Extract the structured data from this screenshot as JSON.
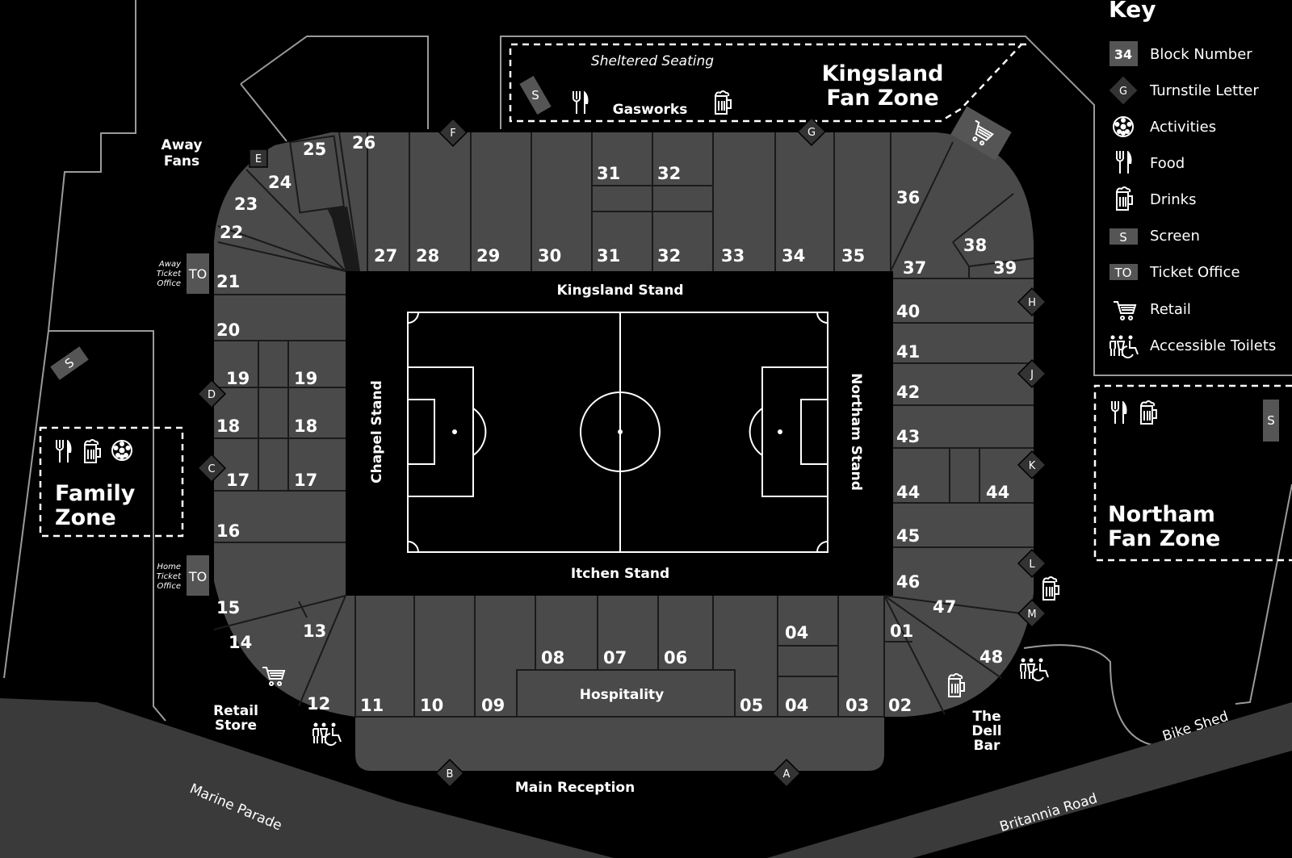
{
  "key": {
    "title": "Key",
    "items": [
      {
        "symbol": "34",
        "label": "Block Number"
      },
      {
        "symbol": "G",
        "label": "Turnstile Letter"
      },
      {
        "symbol": "activities-icon",
        "label": "Activities"
      },
      {
        "symbol": "food-icon",
        "label": "Food"
      },
      {
        "symbol": "drinks-icon",
        "label": "Drinks"
      },
      {
        "symbol": "S",
        "label": "Screen"
      },
      {
        "symbol": "TO",
        "label": "Ticket Office"
      },
      {
        "symbol": "retail-icon",
        "label": "Retail"
      },
      {
        "symbol": "accessible-toilets-icon",
        "label": "Accessible Toilets"
      }
    ]
  },
  "stands": {
    "north": "Kingsland Stand",
    "south": "Itchen Stand",
    "west": "Chapel Stand",
    "east": "Northam Stand"
  },
  "zones": {
    "kingsland_fan_zone": [
      "Kingsland",
      "Fan Zone"
    ],
    "sheltered_seating": "Sheltered Seating",
    "gasworks": "Gasworks",
    "family_zone": [
      "Family",
      "Zone"
    ],
    "northam_fan_zone": [
      "Northam",
      "Fan Zone"
    ],
    "hospitality": "Hospitality",
    "main_reception": "Main Reception",
    "retail_store": [
      "Retail",
      "Store"
    ],
    "away_fans": [
      "Away",
      "Fans"
    ],
    "dell_bar": [
      "The",
      "Dell",
      "Bar"
    ]
  },
  "ticket_offices": {
    "away": {
      "code": "TO",
      "label": [
        "Away",
        "Ticket",
        "Office"
      ]
    },
    "home": {
      "code": "TO",
      "label": [
        "Home",
        "Ticket",
        "Office"
      ]
    }
  },
  "screen_label": "S",
  "roads": {
    "marine_parade": "Marine Parade",
    "britannia_road": "Britannia Road",
    "bike_shed": "Bike Shed"
  },
  "blocks": {
    "north": [
      "26",
      "27",
      "28",
      "29",
      "30",
      "31",
      "32",
      "31",
      "32",
      "33",
      "34",
      "35"
    ],
    "north_east": [
      "36",
      "37",
      "38",
      "39"
    ],
    "east": [
      "40",
      "41",
      "42",
      "43",
      "44",
      "44",
      "45",
      "46"
    ],
    "south_east": [
      "47",
      "48",
      "01",
      "02"
    ],
    "south": [
      "03",
      "04",
      "04",
      "05",
      "06",
      "07",
      "08",
      "09",
      "10",
      "11"
    ],
    "south_west": [
      "12",
      "13",
      "14",
      "15"
    ],
    "west": [
      "16",
      "17",
      "17",
      "18",
      "18",
      "19",
      "19",
      "20",
      "21"
    ],
    "north_west": [
      "22",
      "23",
      "24",
      "25"
    ]
  },
  "turnstiles": [
    "A",
    "B",
    "C",
    "D",
    "E",
    "F",
    "G",
    "H",
    "J",
    "K",
    "L",
    "M"
  ],
  "colors": {
    "background": "#000000",
    "block": "#4a4a4a",
    "road": "#3a3a3a",
    "line": "#ffffff"
  }
}
